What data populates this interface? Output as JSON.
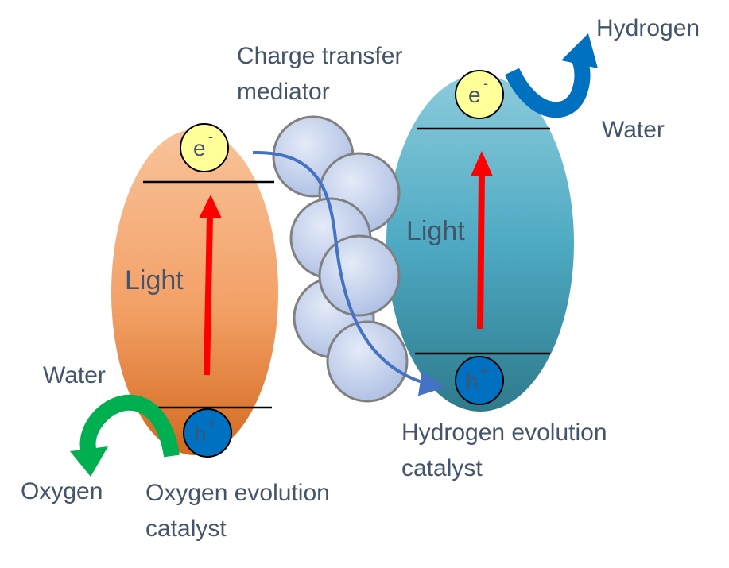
{
  "labels": {
    "hydrogen": "Hydrogen",
    "charge_transfer_line1": "Charge transfer",
    "charge_transfer_line2": "mediator",
    "water_right": "Water",
    "light_right": "Light",
    "light_left": "Light",
    "water_left": "Water",
    "oxygen": "Oxygen",
    "oec_line1": "Oxygen evolution",
    "oec_line2": "catalyst",
    "hec_line1": "Hydrogen evolution",
    "hec_line2": "catalyst"
  },
  "carriers": {
    "electron_symbol": "e",
    "electron_sup": "-",
    "hole_symbol": "h",
    "hole_sup": "+"
  },
  "colors": {
    "text": "#44546a",
    "left_particle_top": "#f8c39a",
    "left_particle_bottom": "#d2691e",
    "right_particle_top": "#8ccbdc",
    "right_particle_bottom": "#2e7a8c",
    "electron_fill": "#ffff99",
    "hole_fill": "#0070c0",
    "light_arrow": "#ff0000",
    "oxygen_arrow": "#00b050",
    "hydrogen_arrow": "#0070c0",
    "mediator_fill": "#c5d3ef",
    "transfer_path": "#4472c4"
  }
}
